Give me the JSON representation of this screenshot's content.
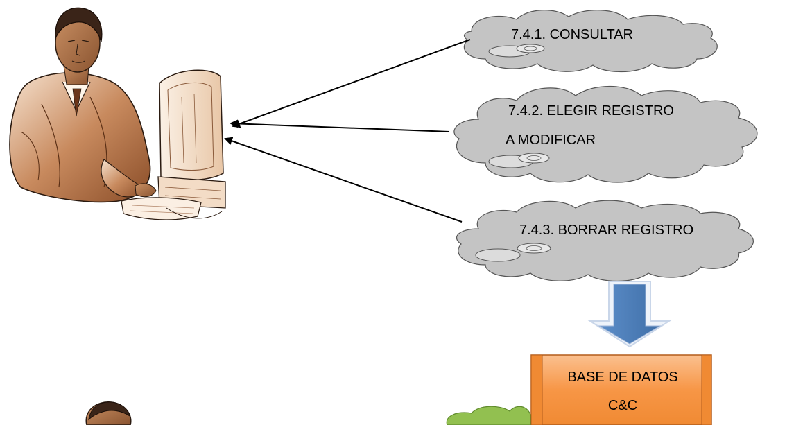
{
  "clouds": [
    {
      "lines": [
        "7.4.1. CONSULTAR"
      ]
    },
    {
      "lines": [
        "7.4.2. ELEGIR REGISTRO",
        "A MODIFICAR"
      ]
    },
    {
      "lines": [
        "7.4.3. BORRAR REGISTRO"
      ]
    }
  ],
  "database": {
    "line1": "BASE DE DATOS",
    "line2": "C&C"
  },
  "colors": {
    "cloud_fill": "#c4c4c4",
    "cloud_stroke": "#555555",
    "arrow_down_fill": "#4f81bd",
    "arrow_down_stroke": "#9fb6d9",
    "db_fill": "#f79646",
    "green_cloud": "#92c050"
  },
  "icons": {
    "user": "man-at-computer-icon"
  }
}
